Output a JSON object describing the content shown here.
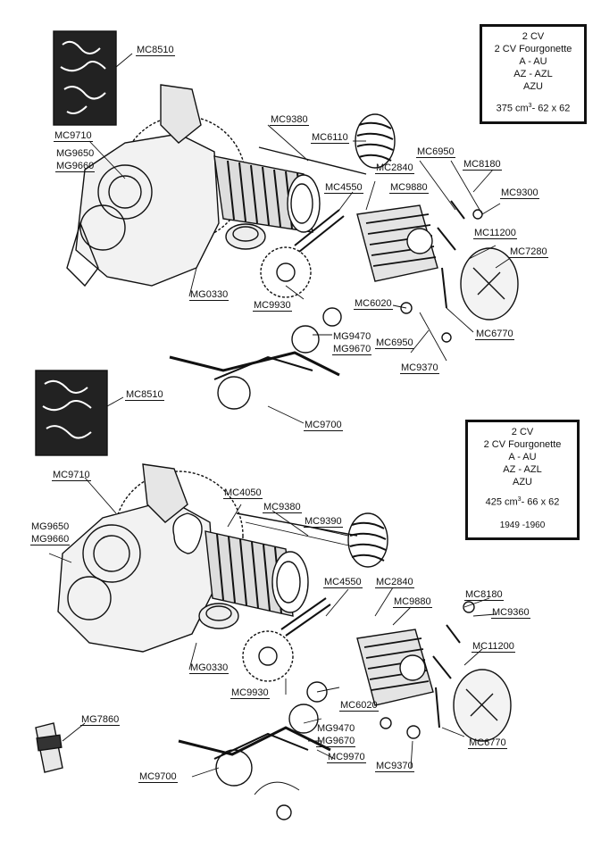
{
  "labels": {
    "top_mc8510": "MC8510",
    "top_mc9380": "MC9380",
    "top_mc9710": "MC9710",
    "top_mc6110": "MC6110",
    "top_mg9650": "MG9650",
    "top_mg9660": "MG9660",
    "top_mc6950a": "MC6950",
    "top_mc2840": "MC2840",
    "top_mc8180": "MC8180",
    "top_mc4550": "MC4550",
    "top_mc9880": "MC9880",
    "top_mc9300": "MC9300",
    "top_mc11200": "MC11200",
    "top_mc7280": "MC7280",
    "top_mg0330": "MG0330",
    "top_mc9930": "MC9930",
    "top_mc6020": "MC6020",
    "top_mc6770": "MC6770",
    "top_mg9470": "MG9470",
    "top_mg9670": "MG9670",
    "top_mc6950b": "MC6950",
    "top_mc9370": "MC9370",
    "top_mc9700": "MC9700",
    "bot_mc8510": "MC8510",
    "bot_mc9710": "MC9710",
    "bot_mc4050": "MC4050",
    "bot_mc9380": "MC9380",
    "bot_mc9390": "MC9390",
    "bot_mg9650": "MG9650",
    "bot_mg9660": "MG9660",
    "bot_mc4550": "MC4550",
    "bot_mc2840": "MC2840",
    "bot_mc9880": "MC9880",
    "bot_mc8180": "MC8180",
    "bot_mc9360": "MC9360",
    "bot_mc11200": "MC11200",
    "bot_mg0330": "MG0330",
    "bot_mc9930": "MC9930",
    "bot_mc6020": "MC6020",
    "bot_mc6770": "MC6770",
    "bot_mg7860": "MG7860",
    "bot_mg9470": "MG9470",
    "bot_mg9670": "MG9670",
    "bot_mc9970": "MC9970",
    "bot_mc9370": "MC9370",
    "bot_mc9700": "MC9700"
  },
  "box_top": {
    "line1": "2 CV",
    "line2": "2 CV Fourgonette",
    "line3": "A - AU",
    "line4": "AZ - AZL",
    "line5": "AZU",
    "cm": "375 cm",
    "exp": "3",
    "dims": "- 62 x  62"
  },
  "box_bottom": {
    "line1": "2 CV",
    "line2": "2 CV Fourgonette",
    "line3": "A - AU",
    "line4": "AZ - AZL",
    "line5": "AZU",
    "cm": "425 cm",
    "exp": "3",
    "dims": "- 66 x 62",
    "years": "1949 -1960"
  }
}
